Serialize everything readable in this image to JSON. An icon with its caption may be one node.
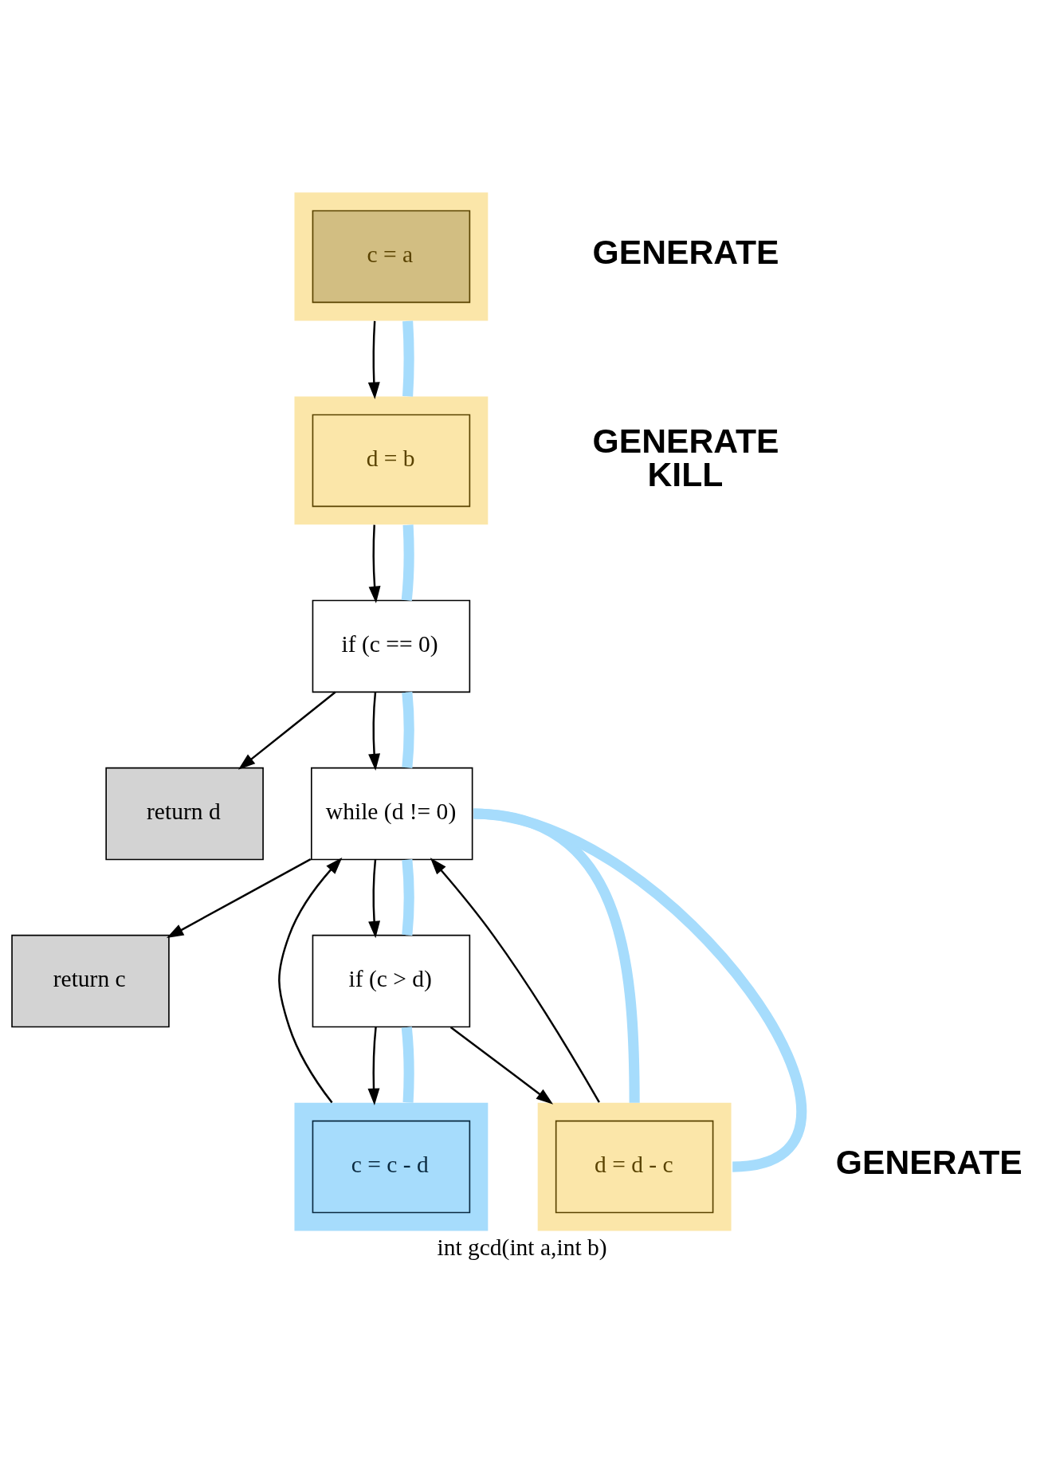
{
  "diagram": {
    "caption": "int gcd(int a,int b)",
    "nodes": [
      {
        "text": [
          "c = a"
        ],
        "beside": [
          "GENERATE"
        ]
      },
      {
        "text": [
          "d = b"
        ],
        "beside": [
          "GENERATE",
          "KILL"
        ]
      },
      {
        "text": [
          "if (c == 0)"
        ]
      },
      {
        "text": [
          "return d"
        ]
      },
      {
        "text": [
          "while (d != 0)"
        ]
      },
      {
        "text": [
          "return c"
        ]
      },
      {
        "text": [
          "if (c > d)"
        ]
      },
      {
        "text": [
          "c = c - d"
        ]
      },
      {
        "text": [
          "d = d - c"
        ],
        "beside": [
          "GENERATE"
        ]
      }
    ],
    "edges": [
      {
        "from": 0,
        "to": 1,
        "arrow": "to"
      },
      {
        "from": 1,
        "to": 2,
        "arrow": "to"
      },
      {
        "from": 2,
        "to": 3,
        "arrow": "to"
      },
      {
        "from": 2,
        "to": 4,
        "arrow": "to"
      },
      {
        "from": 4,
        "to": 5,
        "arrow": "to"
      },
      {
        "from": 4,
        "to": 6,
        "arrow": "to"
      },
      {
        "from": 6,
        "to": 7,
        "arrow": "to"
      },
      {
        "from": 6,
        "to": 8,
        "arrow": "to"
      },
      {
        "from": 7,
        "to": 4,
        "arrow": "to"
      },
      {
        "from": 8,
        "to": 4,
        "arrow": "to"
      },
      {
        "from": 0,
        "to": 1,
        "arrow": "none",
        "style": "thick",
        "color": "#a6dcfc"
      },
      {
        "from": 1,
        "to": 2,
        "arrow": "none",
        "style": "thick",
        "color": "#a6dcfc"
      },
      {
        "from": 2,
        "to": 4,
        "arrow": "none",
        "style": "thick",
        "color": "#a6dcfc"
      },
      {
        "from": 4,
        "to": 8,
        "arrow": "none",
        "style": "thick",
        "color": "#a6dcfc"
      },
      {
        "from": 8,
        "to": 4,
        "arrow": "none",
        "style": "thick",
        "color": "#a6dcfc"
      },
      {
        "from": 4,
        "to": 6,
        "arrow": "none",
        "style": "thick",
        "color": "#a6dcfc"
      },
      {
        "from": 6,
        "to": 7,
        "arrow": "none",
        "style": "thick",
        "color": "#a6dcfc"
      }
    ]
  }
}
